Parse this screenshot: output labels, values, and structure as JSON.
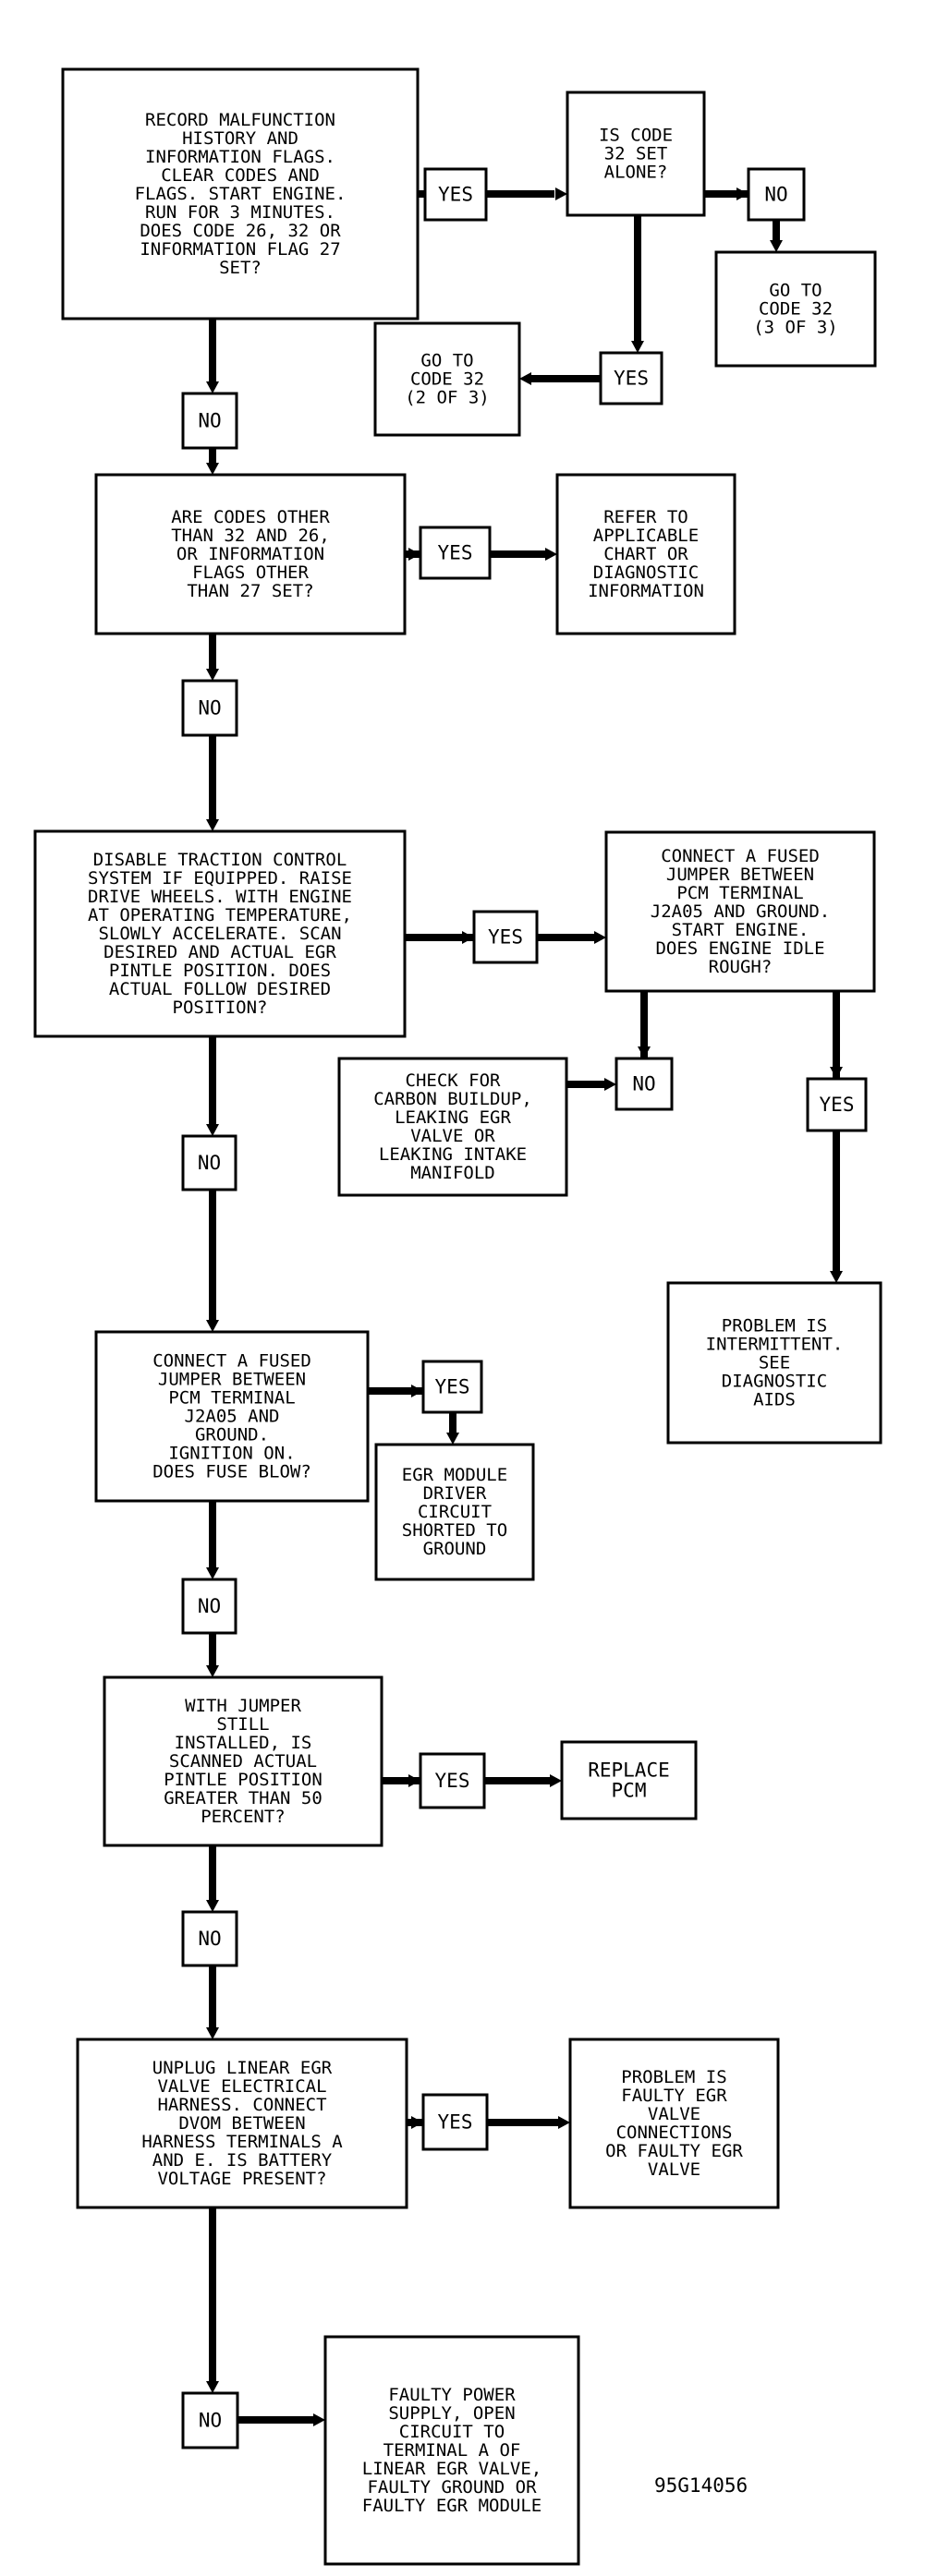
{
  "nodes": [
    {
      "id": "n1",
      "lines": [
        "RECORD MALFUNCTION",
        "HISTORY AND",
        "INFORMATION FLAGS.",
        "CLEAR CODES AND",
        "FLAGS. START ENGINE.",
        "RUN FOR 3 MINUTES.",
        "DOES CODE 26, 32 OR",
        "INFORMATION FLAG 27",
        "SET?"
      ]
    },
    {
      "id": "n1_yes",
      "lines": [
        "YES"
      ]
    },
    {
      "id": "n2",
      "lines": [
        "IS CODE",
        "32 SET",
        "ALONE?"
      ]
    },
    {
      "id": "n2_no",
      "lines": [
        "NO"
      ]
    },
    {
      "id": "n3",
      "lines": [
        "GO TO",
        "CODE 32",
        "(3 OF 3)"
      ]
    },
    {
      "id": "n2_yes",
      "lines": [
        "YES"
      ]
    },
    {
      "id": "n4",
      "lines": [
        "GO TO",
        "CODE 32",
        "(2 OF 3)"
      ]
    },
    {
      "id": "n1_no",
      "lines": [
        "NO"
      ]
    },
    {
      "id": "n5",
      "lines": [
        "ARE CODES OTHER",
        "THAN 32 AND 26,",
        "OR INFORMATION",
        "FLAGS OTHER",
        "THAN 27 SET?"
      ]
    },
    {
      "id": "n5_yes",
      "lines": [
        "YES"
      ]
    },
    {
      "id": "n6",
      "lines": [
        "REFER TO",
        "APPLICABLE",
        "CHART OR",
        "DIAGNOSTIC",
        "INFORMATION"
      ]
    },
    {
      "id": "n5_no",
      "lines": [
        "NO"
      ]
    },
    {
      "id": "n7",
      "lines": [
        "DISABLE TRACTION CONTROL",
        "SYSTEM IF EQUIPPED. RAISE",
        "DRIVE WHEELS. WITH ENGINE",
        "AT OPERATING TEMPERATURE,",
        "SLOWLY ACCELERATE. SCAN",
        "DESIRED AND ACTUAL EGR",
        "PINTLE POSITION. DOES",
        "ACTUAL FOLLOW DESIRED",
        "POSITION?"
      ]
    },
    {
      "id": "n7_yes",
      "lines": [
        "YES"
      ]
    },
    {
      "id": "n8",
      "lines": [
        "CONNECT A FUSED",
        "JUMPER BETWEEN",
        "PCM TERMINAL",
        "J2A05 AND GROUND.",
        "START ENGINE.",
        "DOES ENGINE IDLE",
        "ROUGH?"
      ]
    },
    {
      "id": "n8_no",
      "lines": [
        "NO"
      ]
    },
    {
      "id": "n9",
      "lines": [
        "CHECK FOR",
        "CARBON BUILDUP,",
        "LEAKING EGR",
        "VALVE OR",
        "LEAKING INTAKE",
        "MANIFOLD"
      ]
    },
    {
      "id": "n8_yes",
      "lines": [
        "YES"
      ]
    },
    {
      "id": "n10",
      "lines": [
        "PROBLEM IS",
        "INTERMITTENT.",
        "SEE",
        "DIAGNOSTIC",
        "AIDS"
      ]
    },
    {
      "id": "n7_no",
      "lines": [
        "NO"
      ]
    },
    {
      "id": "n11",
      "lines": [
        "CONNECT A FUSED",
        "JUMPER BETWEEN",
        "PCM TERMINAL",
        "J2A05 AND",
        "GROUND.",
        "IGNITION ON.",
        "DOES FUSE BLOW?"
      ]
    },
    {
      "id": "n11_yes",
      "lines": [
        "YES"
      ]
    },
    {
      "id": "n12",
      "lines": [
        "EGR MODULE",
        "DRIVER",
        "CIRCUIT",
        "SHORTED TO",
        "GROUND"
      ]
    },
    {
      "id": "n11_no",
      "lines": [
        "NO"
      ]
    },
    {
      "id": "n13",
      "lines": [
        "WITH JUMPER",
        "STILL",
        "INSTALLED, IS",
        "SCANNED ACTUAL",
        "PINTLE POSITION",
        "GREATER THAN 50",
        "PERCENT?"
      ]
    },
    {
      "id": "n13_yes",
      "lines": [
        "YES"
      ]
    },
    {
      "id": "n14",
      "lines": [
        "REPLACE",
        "PCM"
      ]
    },
    {
      "id": "n13_no",
      "lines": [
        "NO"
      ]
    },
    {
      "id": "n15",
      "lines": [
        "UNPLUG LINEAR EGR",
        "VALVE ELECTRICAL",
        "HARNESS. CONNECT",
        "DVOM BETWEEN",
        "HARNESS TERMINALS A",
        "AND E. IS BATTERY",
        "VOLTAGE PRESENT?"
      ]
    },
    {
      "id": "n15_yes",
      "lines": [
        "YES"
      ]
    },
    {
      "id": "n16",
      "lines": [
        "PROBLEM IS",
        "FAULTY EGR",
        "VALVE",
        "CONNECTIONS",
        "OR FAULTY EGR",
        "VALVE"
      ]
    },
    {
      "id": "n15_no",
      "lines": [
        "NO"
      ]
    },
    {
      "id": "n17",
      "lines": [
        "FAULTY POWER",
        "SUPPLY, OPEN",
        "CIRCUIT TO",
        "TERMINAL A OF",
        "LINEAR EGR VALVE,",
        "FAULTY GROUND OR",
        "FAULTY EGR MODULE"
      ]
    }
  ],
  "figure_code": "95G14056"
}
